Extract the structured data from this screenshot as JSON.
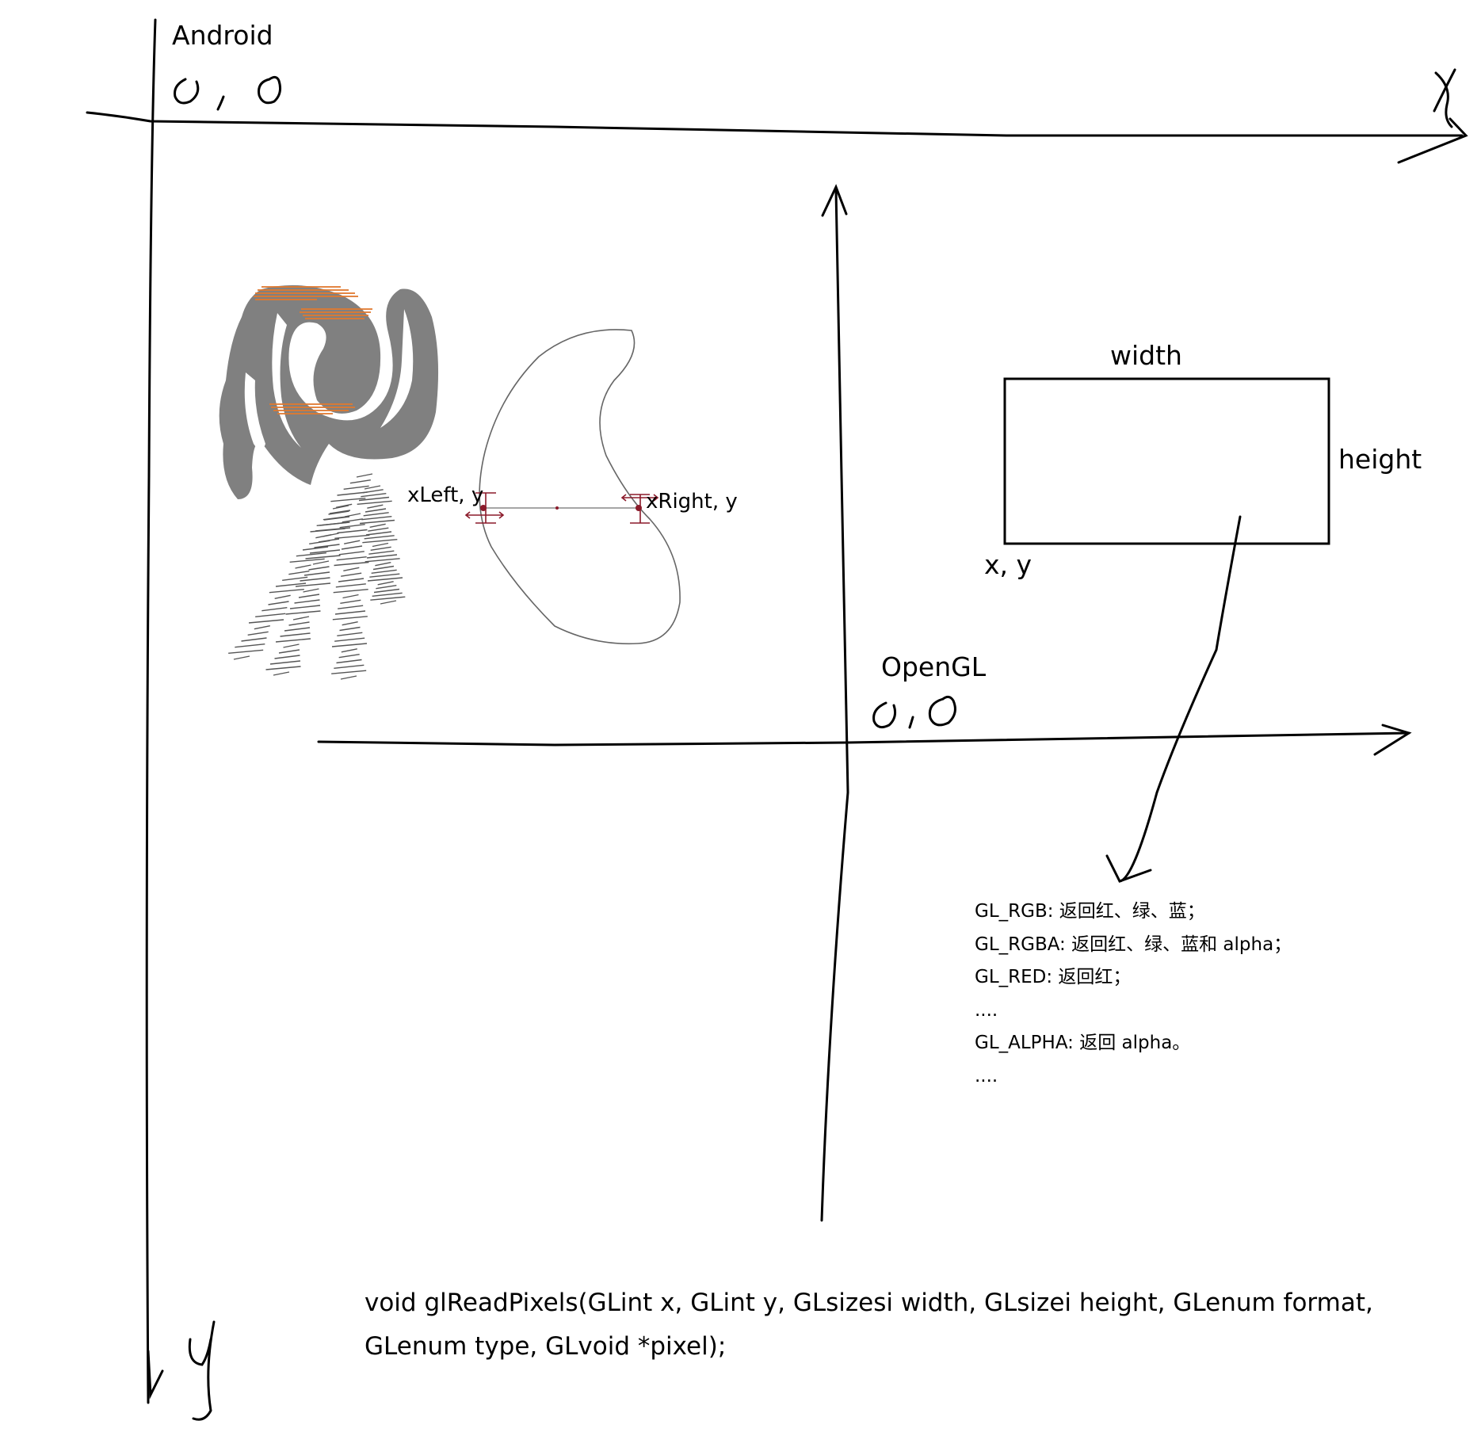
{
  "android": {
    "label": "Android",
    "origin": "0 , 0",
    "x_axis_label": "X",
    "y_axis_label": "y"
  },
  "opengl": {
    "label": "OpenGL",
    "origin": "0 , 0"
  },
  "scanline": {
    "left_label": "xLeft, y",
    "right_label": "xRight, y"
  },
  "rect": {
    "width_label": "width",
    "height_label": "height",
    "origin_label": "x, y"
  },
  "formats": [
    "GL_RGB: 返回红、绿、蓝；",
    "GL_RGBA: 返回红、绿、蓝和 alpha；",
    "GL_RED: 返回红；",
    "....",
    "GL_ALPHA: 返回 alpha。",
    "...."
  ],
  "code": {
    "line1": "void glReadPixels(GLint x, GLint y, GLsizesi width, GLsizei height, GLenum format,",
    "line2": "GLenum type, GLvoid *pixel);"
  },
  "colors": {
    "ink": "#000000",
    "blob_fill": "#808080",
    "highlight": "#e07a30",
    "marker": "#8b1a2a",
    "hatch": "#555555"
  }
}
